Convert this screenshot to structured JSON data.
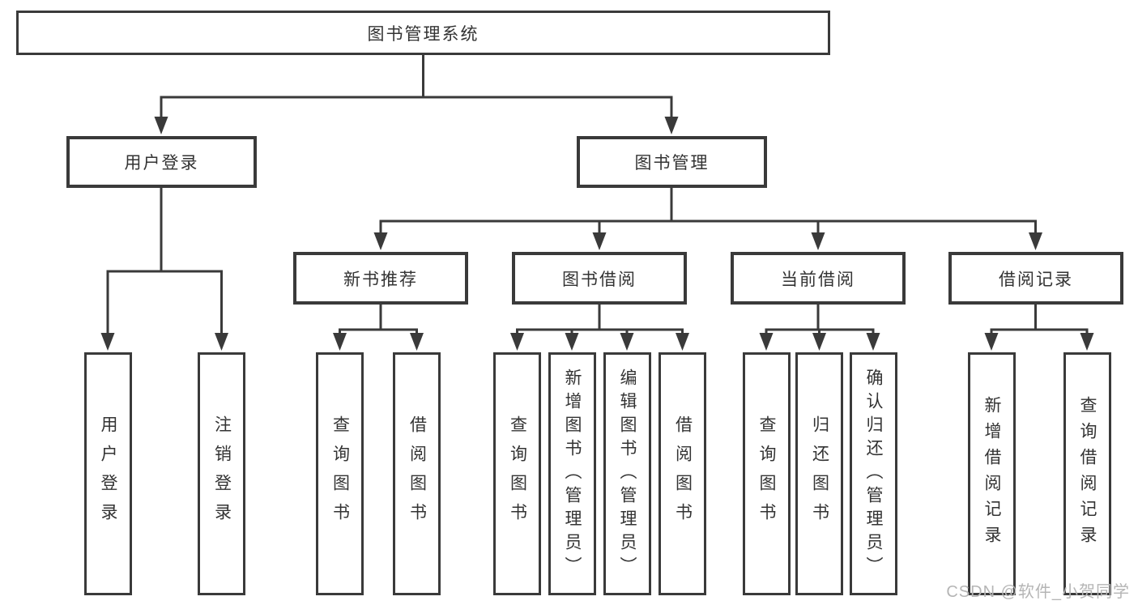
{
  "chart": {
    "root": "图书管理系统",
    "level2": [
      "用户登录",
      "图书管理"
    ],
    "level3": [
      "新书推荐",
      "图书借阅",
      "当前借阅",
      "借阅记录"
    ],
    "leaves": [
      "用户登录",
      "注销登录",
      "查询图书",
      "借阅图书",
      "查询图书",
      "新增图书（管理员）",
      "编辑图书（管理员）",
      "借阅图书",
      "查询图书",
      "归还图书",
      "确认归还（管理员）",
      "新增借阅记录",
      "查询借阅记录"
    ],
    "watermark": "CSDN @软件_小贺同学",
    "colors": {
      "line": "#3a3a3a",
      "text": "#333333",
      "watermark": "#b5b5b5",
      "background": "#ffffff"
    }
  }
}
